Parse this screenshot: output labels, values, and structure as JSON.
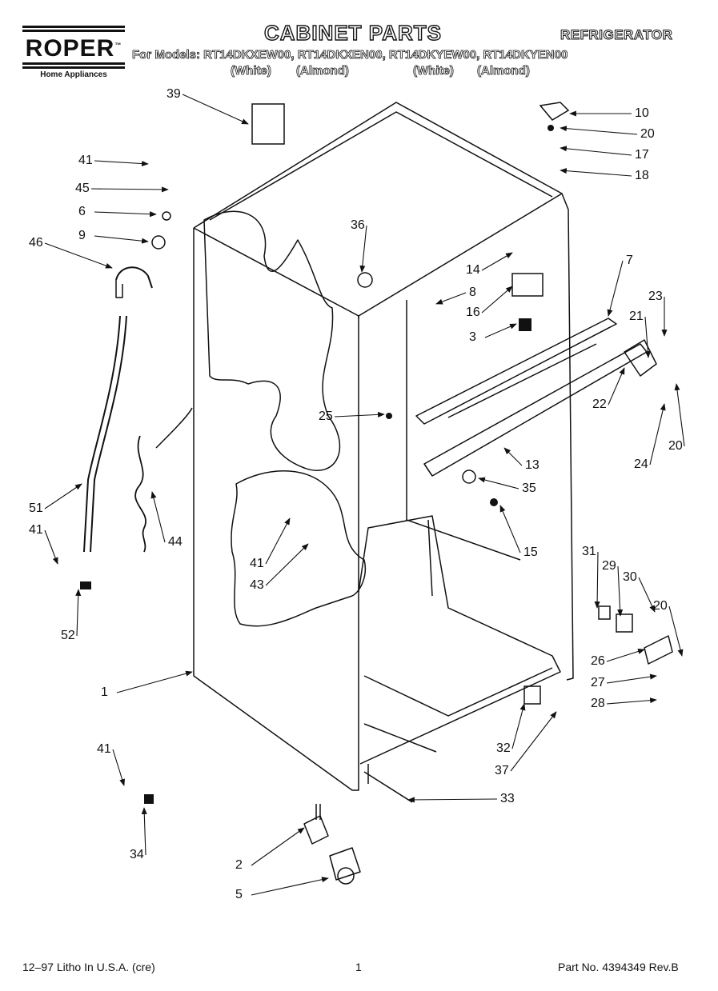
{
  "header": {
    "brand": "ROPER",
    "brand_mark": "™",
    "brand_sub": "Home Appliances",
    "title": "CABINET PARTS",
    "product": "REFRIGERATOR",
    "models_line": "For Models: RT14DKXEW00, RT14DKXEN00, RT14DKYEW00, RT14DKYEN00",
    "colors": [
      "(White)",
      "(Almond)",
      "(White)",
      "(Almond)"
    ]
  },
  "callouts": [
    "39",
    "10",
    "20",
    "17",
    "18",
    "41",
    "45",
    "6",
    "9",
    "46",
    "36",
    "14",
    "8",
    "16",
    "3",
    "7",
    "23",
    "21",
    "22",
    "20",
    "24",
    "25",
    "13",
    "35",
    "15",
    "51",
    "41",
    "44",
    "41",
    "43",
    "52",
    "1",
    "31",
    "29",
    "30",
    "20",
    "26",
    "27",
    "28",
    "32",
    "37",
    "41",
    "34",
    "33",
    "2",
    "5"
  ],
  "footer": {
    "left": "12–97 Litho In U.S.A. (cre)",
    "page": "1",
    "right": "Part No. 4394349 Rev.B"
  }
}
